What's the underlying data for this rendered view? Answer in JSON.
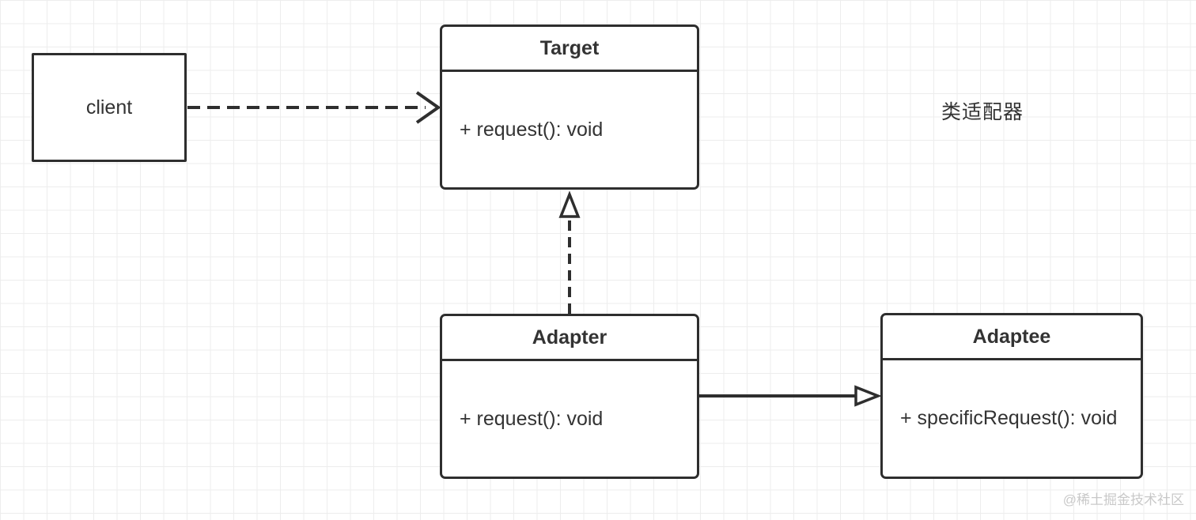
{
  "diagram": {
    "annotation": "类适配器",
    "watermark": "@稀土掘金技术社区",
    "nodes": {
      "client": {
        "label": "client"
      },
      "target": {
        "title": "Target",
        "methods": [
          "+ request(): void"
        ]
      },
      "adapter": {
        "title": "Adapter",
        "methods": [
          "+ request(): void"
        ]
      },
      "adaptee": {
        "title": "Adaptee",
        "methods": [
          "+ specificRequest(): void"
        ]
      }
    },
    "edges": [
      {
        "from": "client",
        "to": "Target",
        "type": "dependency",
        "line": "dashed",
        "arrowhead": "open-arrow"
      },
      {
        "from": "Adapter",
        "to": "Target",
        "type": "realization",
        "line": "dashed",
        "arrowhead": "hollow-triangle"
      },
      {
        "from": "Adapter",
        "to": "Adaptee",
        "type": "generalization",
        "line": "solid",
        "arrowhead": "hollow-triangle"
      }
    ],
    "colors": {
      "stroke": "#2e2e2e",
      "grid_line": "#ededed",
      "background": "#ffffff",
      "text": "#333333",
      "watermark": "#c9c9c9"
    }
  }
}
